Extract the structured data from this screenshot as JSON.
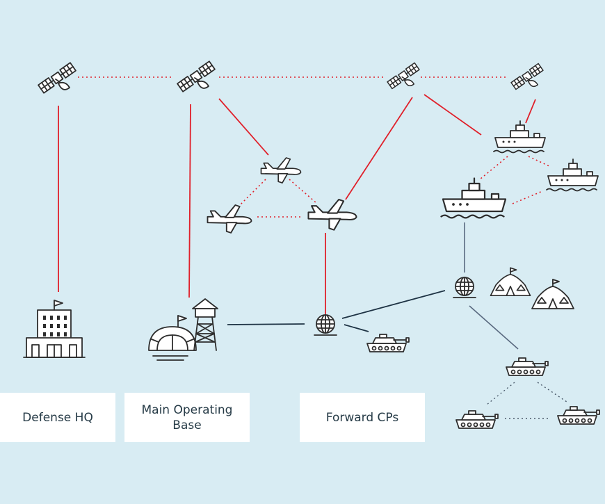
{
  "labels": {
    "defense_hq": "Defense HQ",
    "main_operating_base_line1": "Main Operating",
    "main_operating_base_line2": "Base",
    "forward_cps": "Forward CPs"
  },
  "colors": {
    "background": "#d8ecf3",
    "satellite_link": "#e0202a",
    "ground_link": "#1e3344",
    "local_link": "#4a5a6a",
    "icon": "#2d2d2d",
    "label_box": "#ffffff"
  },
  "icons": [
    "satellite-icon",
    "drone-icon",
    "ship-icon",
    "building-icon",
    "base-dome-icon",
    "watchtower-icon",
    "globe-icon",
    "tank-icon",
    "tent-icon"
  ]
}
